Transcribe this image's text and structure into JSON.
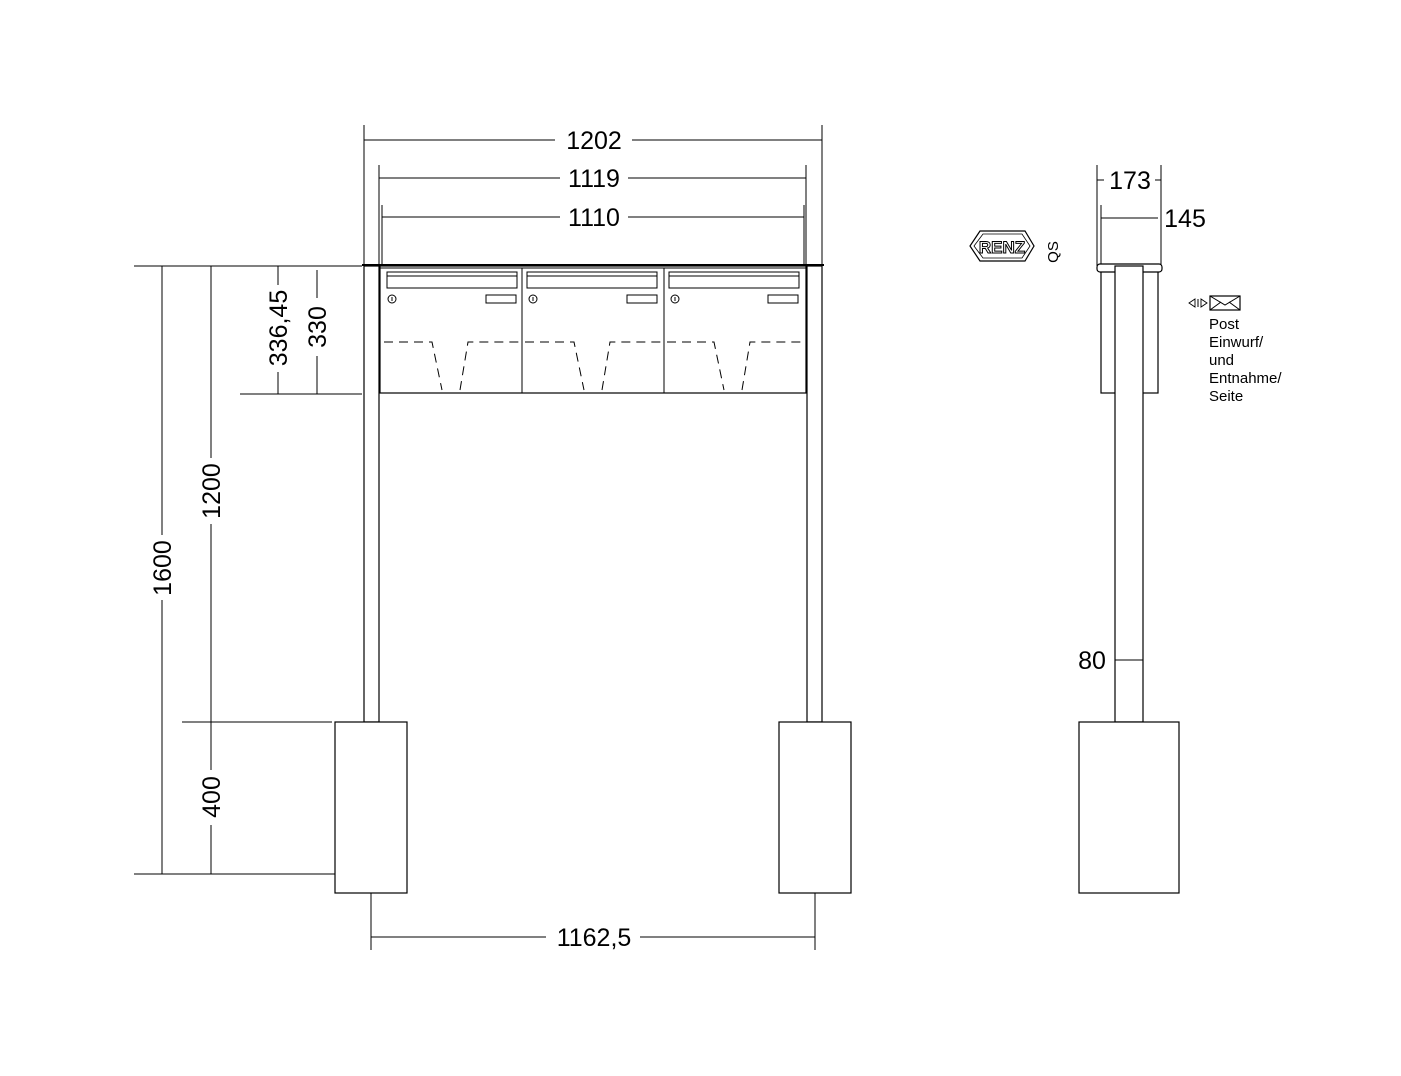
{
  "dimensions": {
    "overall_width": "1202",
    "outer_width": "1119",
    "inner_width": "1110",
    "box_height_total": "336,45",
    "box_height": "330",
    "total_height": "1600",
    "post_height": "1200",
    "base_height": "400",
    "post_spacing": "1162,5",
    "side_depth_outer": "173",
    "side_depth_inner": "145",
    "post_size": "80"
  },
  "logo": {
    "brand": "RENZ",
    "mark": "QS"
  },
  "annotation": {
    "line1": "Post",
    "line2": "Einwurf/",
    "line3": "und",
    "line4": "Entnahme/",
    "line5": "Seite"
  },
  "icons": [
    "arrows-both-ways-icon",
    "envelope-icon"
  ],
  "mailbox_count": 3
}
